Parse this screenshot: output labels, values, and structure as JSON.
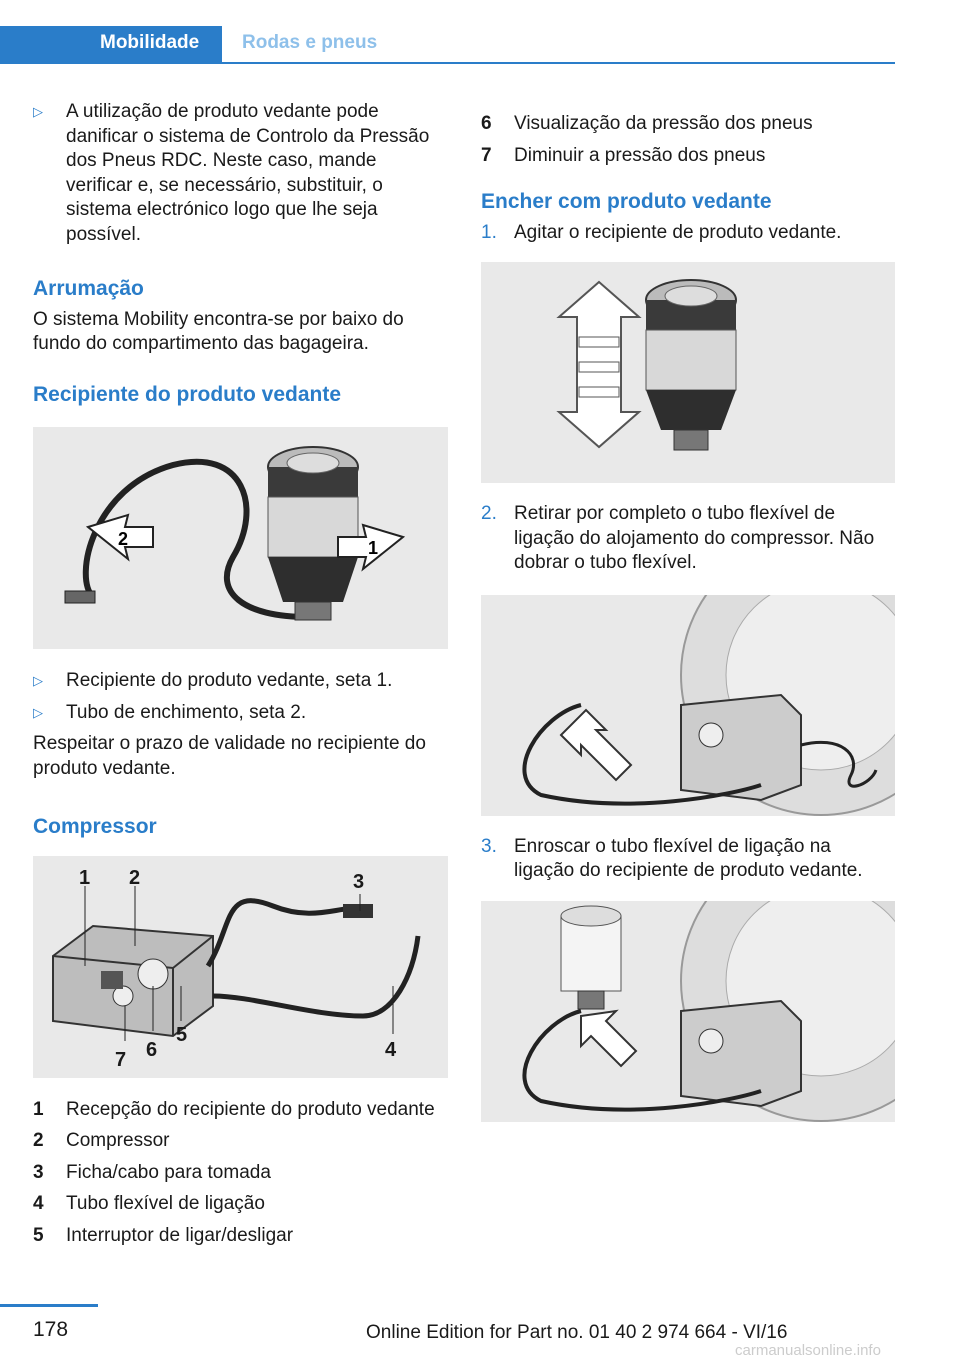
{
  "header": {
    "active_tab": "Mobilidade",
    "inactive_tab": "Rodas e pneus"
  },
  "left": {
    "intro_bullet": "A utilização de produto vedante pode danificar o sistema de Controlo da Pressão dos Pneus RDC. Neste caso, mande verificar e, se necessário, substituir, o sistema electrónico logo que lhe seja possível.",
    "storage": {
      "heading": "Arrumação",
      "text": "O sistema Mobility encontra-se por baixo do fundo do compartimento das bagageira."
    },
    "container": {
      "heading": "Recipiente do produto vedante",
      "fig_labels": [
        "2",
        "1"
      ],
      "bullets": [
        "Recipiente do produto vedante, seta 1.",
        "Tubo de enchimento, seta 2."
      ],
      "note": "Respeitar o prazo de validade no recipiente do produto vedante."
    },
    "compressor": {
      "heading": "Compressor",
      "fig_labels": [
        "1",
        "2",
        "3",
        "4",
        "5",
        "6",
        "7"
      ],
      "items": [
        {
          "num": "1",
          "text": "Recepção do recipiente do produto vedante"
        },
        {
          "num": "2",
          "text": "Compressor"
        },
        {
          "num": "3",
          "text": "Ficha/cabo para tomada"
        },
        {
          "num": "4",
          "text": "Tubo flexível de ligação"
        },
        {
          "num": "5",
          "text": "Interruptor de ligar/desligar"
        }
      ]
    }
  },
  "right": {
    "items": [
      {
        "num": "6",
        "text": "Visualização da pressão dos pneus"
      },
      {
        "num": "7",
        "text": "Diminuir a pressão dos pneus"
      }
    ],
    "fill": {
      "heading": "Encher com produto vedante",
      "steps": [
        {
          "num": "1.",
          "text": "Agitar o recipiente de produto vedante."
        },
        {
          "num": "2.",
          "text": "Retirar por completo o tubo flexível de ligação do alojamento do compressor. Não dobrar o tubo flexível."
        },
        {
          "num": "3.",
          "text": "Enroscar o tubo flexível de ligação na ligação do recipiente de produto vedante."
        }
      ]
    }
  },
  "footer": {
    "page": "178",
    "edition": "Online Edition for Part no. 01 40 2 974 664 - VI/16",
    "watermark": "carmanualsonline.info"
  },
  "colors": {
    "accent": "#2a7dc9",
    "figure_bg": "#e9e9e9"
  }
}
